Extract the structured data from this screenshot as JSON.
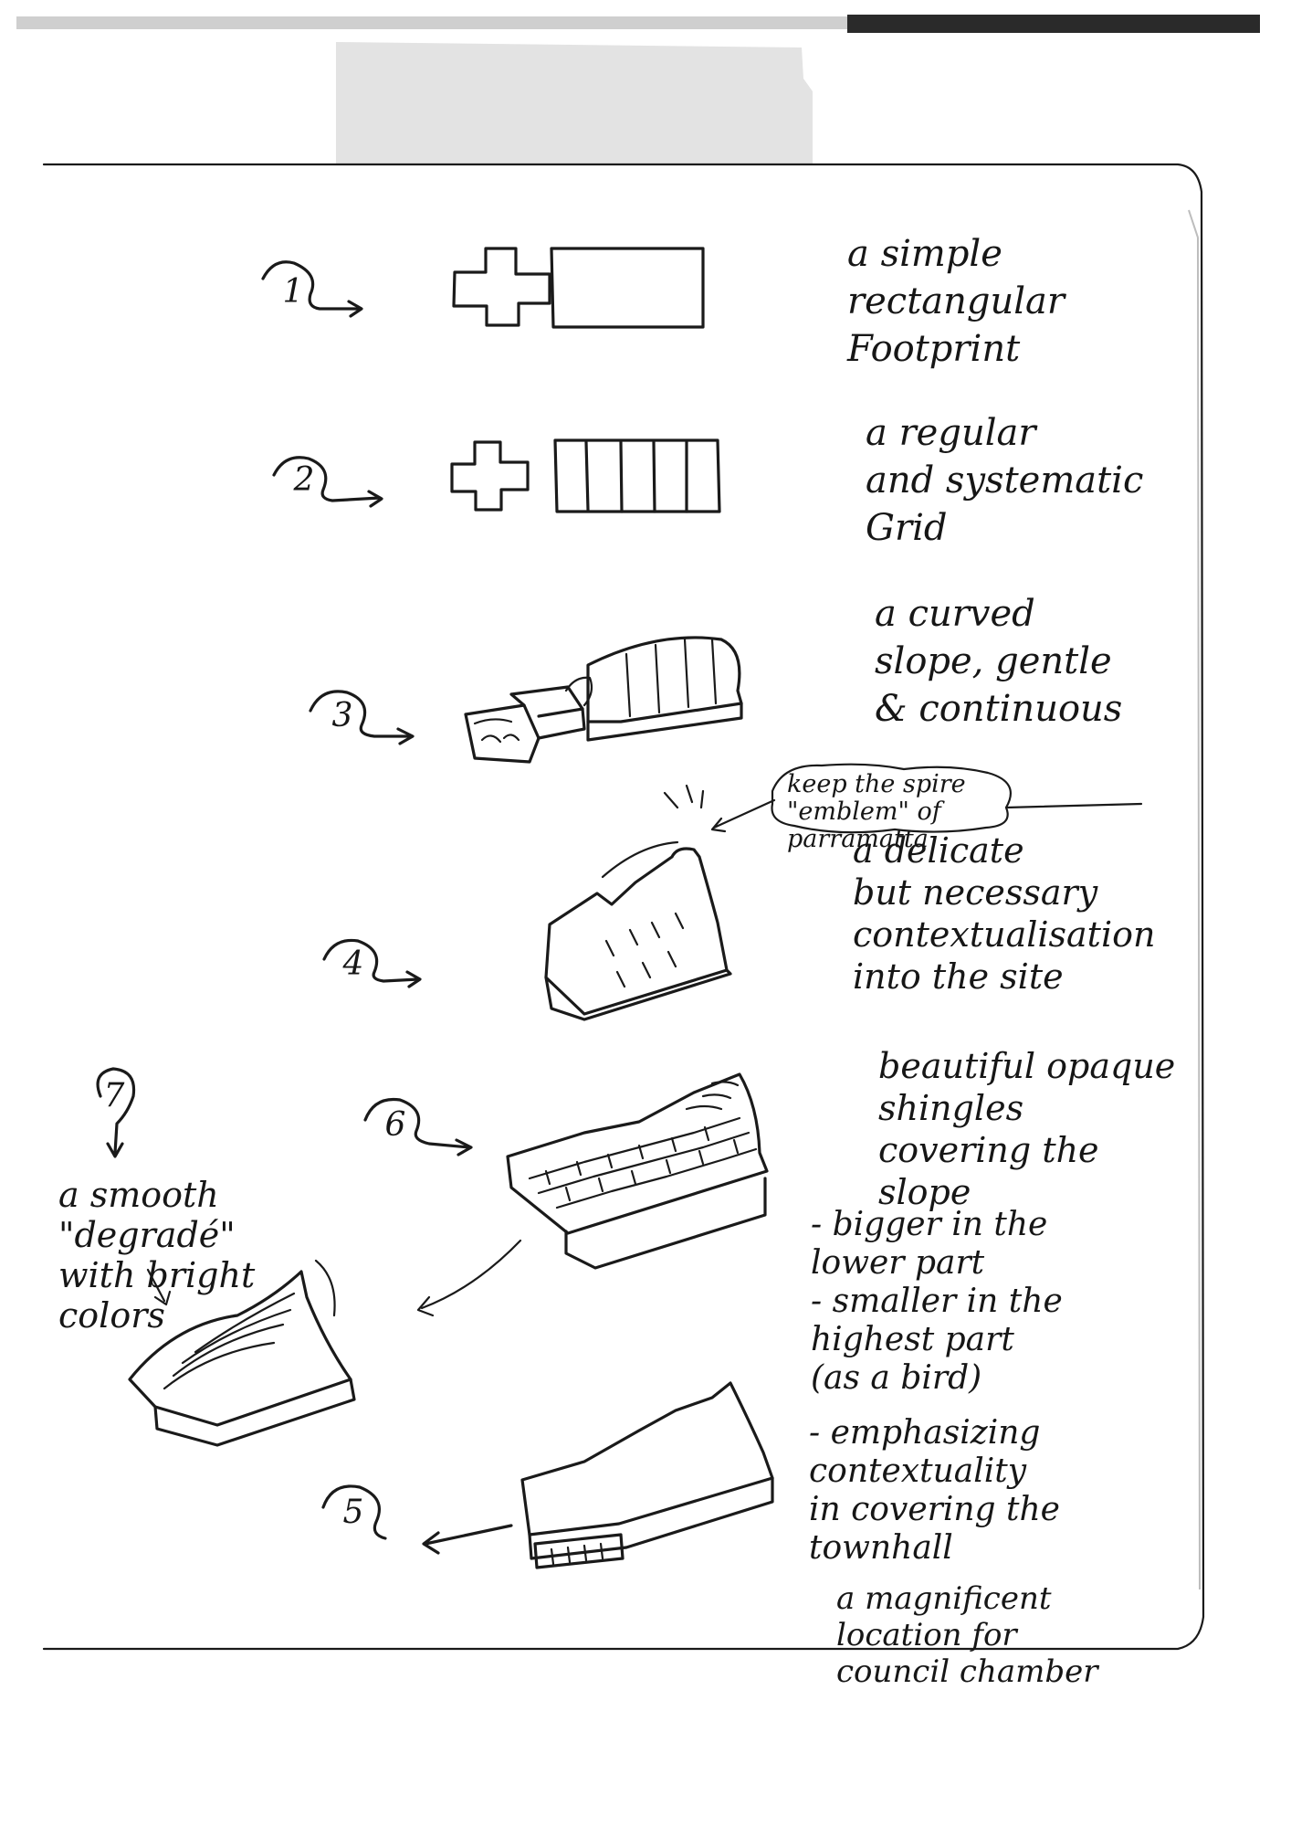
{
  "steps": [
    {
      "num": "1",
      "note": "a simple\nrectangular\nFootprint"
    },
    {
      "num": "2",
      "note": "a regular\nand systematic\nGrid"
    },
    {
      "num": "3",
      "note": "a curved\nslope, gentle\n& continuous"
    },
    {
      "num": "4",
      "bubble": "keep the spire\n\"emblem\" of parramatta",
      "note": "a delicate\nbut necessary\ncontextualisation\ninto the site"
    },
    {
      "num": "6",
      "note": "beautiful opaque\nshingles\ncovering the\nslope",
      "note2": "- bigger in the\nlower part\n- smaller in the\nhighest part\n(as a bird)"
    },
    {
      "num": "7",
      "note": "a smooth\n\"degradé\"\nwith bright\ncolors"
    },
    {
      "num": "5",
      "note": "- emphasizing\ncontextuality\nin covering the\ntownhall",
      "note2": "a magnificent\nlocation for\ncouncil chamber"
    }
  ],
  "colors": {
    "ink": "#1a1a1a",
    "paper": "#ffffff",
    "tape": "#e3e3e3",
    "scanbar": "#2a2a2a"
  }
}
